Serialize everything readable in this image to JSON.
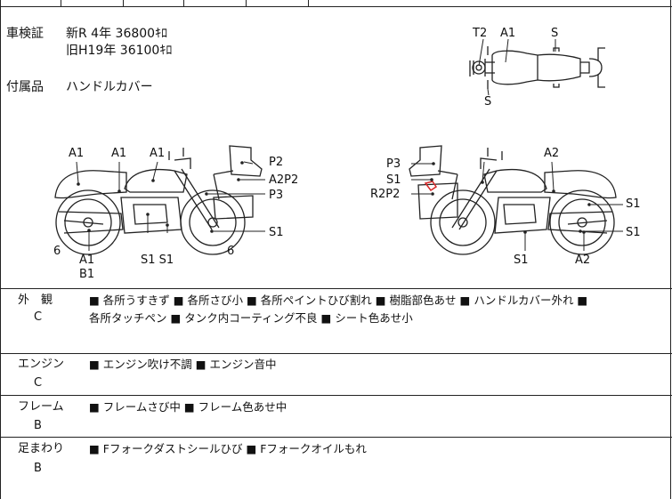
{
  "registration": {
    "label": "車検証",
    "line1": "新R  4年  36800ｷﾛ",
    "line2": "旧H19年  36100ｷﾛ"
  },
  "accessories": {
    "label": "付属品",
    "value": "ハンドルカバー"
  },
  "diagram_labels": {
    "top_t2": "T2",
    "top_a1": "A1",
    "top_s": "S",
    "top_s_bottom": "S",
    "l_a1_1": "A1",
    "l_a1_2": "A1",
    "l_a1_3": "A1",
    "l_p2": "P2",
    "l_a2p2": "A2P2",
    "l_p3": "P3",
    "l_s1_right": "S1",
    "l_6_left": "6",
    "l_6_right": "6",
    "l_a1_bottom": "A1",
    "l_b1_bottom": "B1",
    "l_s1s1": "S1 S1",
    "r_p3": "P3",
    "r_s1": "S1",
    "r_r2p2": "R2P2",
    "r_a2_top": "A2",
    "r_s1_upper": "S1",
    "r_s1_lower": "S1",
    "r_s1_bottom": "S1",
    "r_a2_bottom": "A2"
  },
  "sections": [
    {
      "label": "外　観",
      "grade": "C",
      "lines": [
        "■ 各所うすきず ■ 各所さび小 ■ 各所ペイントひび割れ ■ 樹脂部色あせ ■ ハンドルカバー外れ ■",
        "各所タッチペン ■ タンク内コーティング不良 ■ シート色あせ小"
      ]
    },
    {
      "label": "エンジン",
      "grade": "C",
      "lines": [
        "■ エンジン吹け不調 ■ エンジン音中"
      ]
    },
    {
      "label": "フレーム",
      "grade": "B",
      "lines": [
        "■ フレームさび中 ■ フレーム色あせ中"
      ]
    },
    {
      "label": "足まわり",
      "grade": "B",
      "lines": [
        "■ Fフォークダストシールひび ■ Fフォークオイルもれ"
      ]
    }
  ],
  "colors": {
    "damage_mark": "#d62828"
  }
}
